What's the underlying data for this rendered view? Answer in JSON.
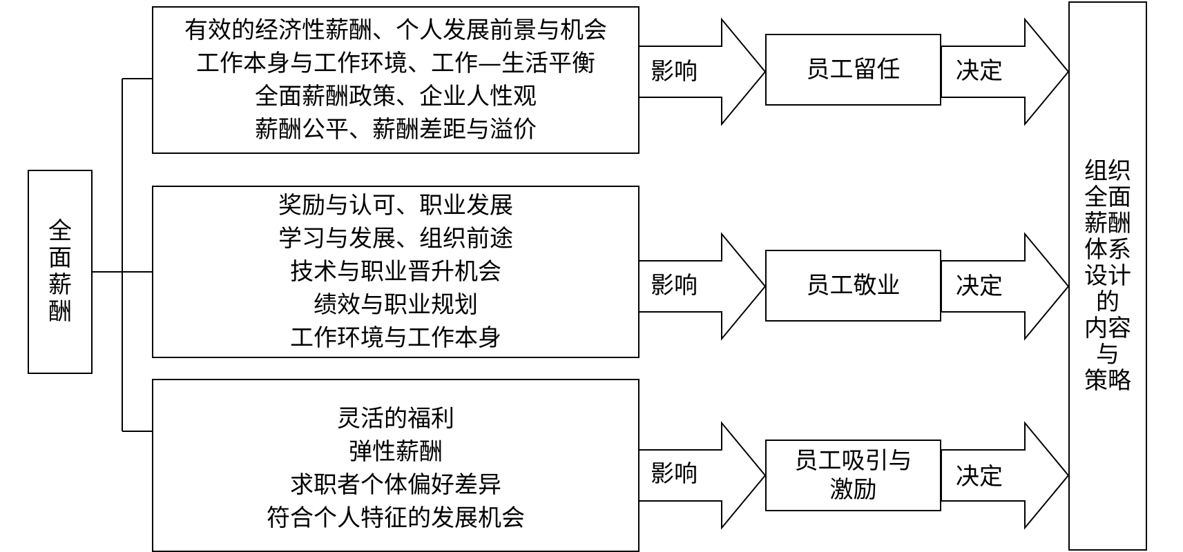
{
  "left_box": {
    "label": "全面薪酬"
  },
  "factor_groups": [
    {
      "lines": [
        "有效的经济性薪酬、个人发展前景与机会",
        "工作本身与工作环境、工作—生活平衡",
        "全面薪酬政策、企业人性观",
        "薪酬公平、薪酬差距与溢价"
      ],
      "influence_label": "影响",
      "outcome": [
        "员工留任"
      ],
      "decide_label": "决定"
    },
    {
      "lines": [
        "奖励与认可、职业发展",
        "学习与发展、组织前途",
        "技术与职业晋升机会",
        "绩效与职业规划",
        "工作环境与工作本身"
      ],
      "influence_label": "影响",
      "outcome": [
        "员工敬业"
      ],
      "decide_label": "决定"
    },
    {
      "lines": [
        "灵活的福利",
        "弹性薪酬",
        "求职者个体偏好差异",
        "符合个人特征的发展机会"
      ],
      "influence_label": "影响",
      "outcome": [
        "员工吸引与",
        "激励"
      ],
      "decide_label": "决定"
    }
  ],
  "right_box": {
    "lines": [
      "组织",
      "全面",
      "薪酬",
      "体系",
      "设计",
      "的",
      "内容",
      "与",
      "策略"
    ]
  }
}
